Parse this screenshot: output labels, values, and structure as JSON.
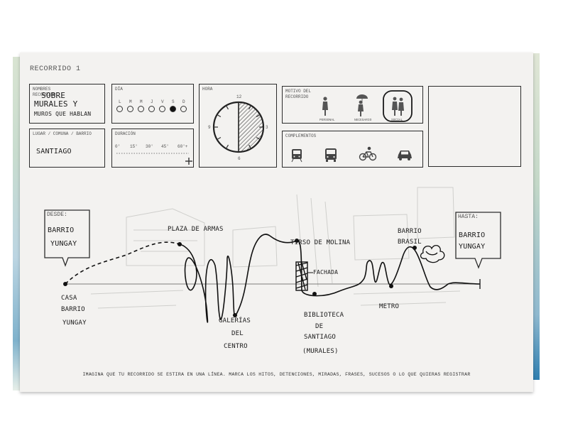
{
  "card": {
    "title": "RECORRIDO 1"
  },
  "nombres": {
    "label": "NOMBRES RECORRIDO",
    "line1": "SOBRE",
    "line2": "MURALES Y",
    "line3": "MUROS QUE HABLAN"
  },
  "dia": {
    "label": "DÍA",
    "days": [
      "L",
      "M",
      "M",
      "J",
      "V",
      "S",
      "D"
    ],
    "selected": "S"
  },
  "hora": {
    "label": "HORA",
    "n12": "12",
    "n3": "3",
    "n6": "6",
    "n9": "9"
  },
  "motivo": {
    "label": "MOTIVO DEL RECORRIDO",
    "options": [
      "PERSONAL",
      "NECESARIO",
      "SOCIAL"
    ],
    "selected": "SOCIAL"
  },
  "lugar": {
    "label": "LUGAR / COMUNA / BARRIO",
    "value": "SANTIAGO"
  },
  "duracion": {
    "label": "DURACIÓN",
    "ticks": [
      "0'",
      "15'",
      "30'",
      "45'",
      "60'+"
    ]
  },
  "complementos": {
    "label": "COMPLEMENTOS",
    "icons": [
      "train-icon",
      "bus-icon",
      "bicycle-icon",
      "car-icon"
    ]
  },
  "desde": {
    "label": "DESDE:",
    "line1": "BARRIO",
    "line2": "YUNGAY"
  },
  "hasta": {
    "label": "HASTA:",
    "line1": "BARRIO",
    "line2": "YUNGAY"
  },
  "hitos": {
    "casa1": "CASA",
    "casa2": "BARRIO",
    "casa3": "YUNGAY",
    "plaza": "PLAZA DE ARMAS",
    "galerias1": "GALERÍAS",
    "galerias2": "DEL",
    "galerias3": "CENTRO",
    "tirso": "TIRSO DE MOLINA",
    "fachada": "FACHADA",
    "biblio1": "BIBLIOTECA",
    "biblio2": "DE",
    "biblio3": "SANTIAGO",
    "biblio4": "(MURALES)",
    "metro": "METRO",
    "brasil1": "BARRIO",
    "brasil2": "BRASIL"
  },
  "footer": "IMAGINA QUE TU RECORRIDO SE ESTIRA EN UNA LÍNEA. MARCA LOS HITOS, DETENCIONES, MIRADAS, FRASES, SUCESOS O LO QUE QUIERAS REGISTRAR"
}
